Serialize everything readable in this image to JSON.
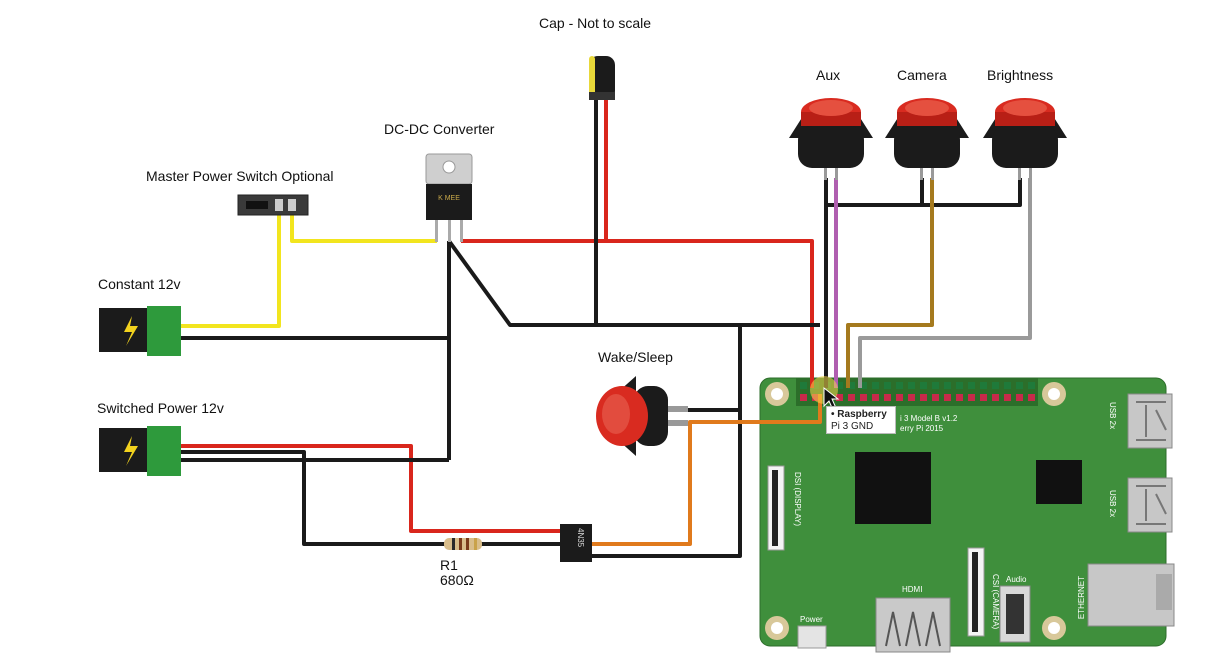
{
  "labels": {
    "cap": "Cap - Not to scale",
    "dcdc": "DC-DC Converter",
    "master_switch": "Master Power Switch Optional",
    "constant": "Constant 12v",
    "switched": "Switched Power 12v",
    "wake_sleep": "Wake/Sleep",
    "aux": "Aux",
    "camera": "Camera",
    "brightness": "Brightness",
    "r1": "R1",
    "r1_value": "680Ω"
  },
  "components": {
    "regulator_marking": "K MEE",
    "optocoupler_marking": "4N35"
  },
  "raspberry_pi": {
    "tooltip_line1": "Raspberry",
    "tooltip_line2": "Pi 3 GND",
    "board_text_1": "i 3 Model B v1.2",
    "board_text_2": "erry Pi 2015",
    "dsi": "DSI (DISPLAY)",
    "csi": "CSI (CAMERA)",
    "hdmi": "HDMI",
    "audio": "Audio",
    "power": "Power",
    "usb1": "USB 2x",
    "usb2": "USB 2x",
    "ethernet": "ETHERNET"
  },
  "colors": {
    "pcb": "#3a8a3a",
    "button_red": "#d92b20",
    "wire_yellow": "#f2e51e",
    "wire_red": "#d9261c",
    "wire_black": "#1a1a1a",
    "wire_orange": "#e07a1c",
    "wire_purple": "#b05fb0",
    "wire_brown": "#a57a1e",
    "wire_gray": "#9a9a9a"
  }
}
